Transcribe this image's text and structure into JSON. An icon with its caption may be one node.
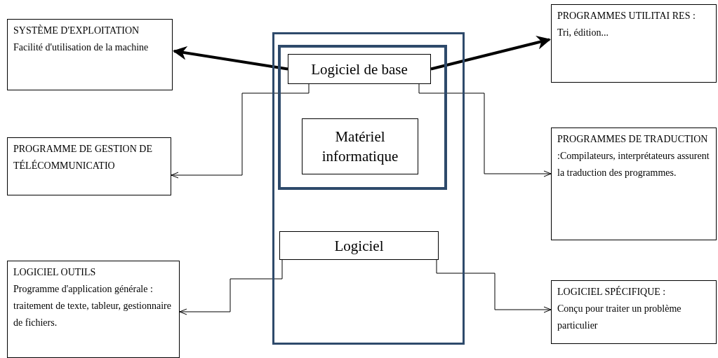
{
  "diagram": {
    "nodes": [
      {
        "text": [
          "SYSTÈME D'EXPLOITATION",
          "Facilité d'utilisation de la machine"
        ]
      },
      {
        "text": [
          "PROGRAMMES UTILITAI RES : Tri, édition..."
        ]
      },
      {
        "text": [],
        "shape": "box"
      },
      {
        "text": [],
        "shape": "box",
        "in": 2
      },
      {
        "text": [
          "Logiciel de base"
        ],
        "in": 3
      },
      {
        "text": [
          "Matériel informatique"
        ],
        "in": 3
      },
      {
        "text": [
          "Logiciel"
        ],
        "in": 2
      },
      {
        "text": [
          "PROGRAMME DE GESTION DE TÉLÉCOMMUNICATIO"
        ]
      },
      {
        "text": [
          "PROGRAMMES DE TRADUCTION",
          ":Compilateurs, interprétateurs assurent la traduction des programmes."
        ]
      },
      {
        "text": [
          "LOGICIEL OUTILS",
          "Programme d'application générale : traitement de texte, tableur, gestionnaire de fichiers."
        ]
      },
      {
        "text": [
          "LOGICIEL SPÉCIFIQUE :",
          "Conçu pour traiter un problème particulier"
        ]
      }
    ],
    "edges": [
      {
        "from": 4,
        "to": 0,
        "arrow": "to",
        "style": "thick"
      },
      {
        "from": 4,
        "to": 1,
        "arrow": "to",
        "style": "thick"
      },
      {
        "from": 4,
        "to": 7,
        "arrow": "to"
      },
      {
        "from": 4,
        "to": 8,
        "arrow": "to"
      },
      {
        "from": 6,
        "to": 9,
        "arrow": "to"
      },
      {
        "from": 6,
        "to": 10,
        "arrow": "to"
      }
    ]
  }
}
